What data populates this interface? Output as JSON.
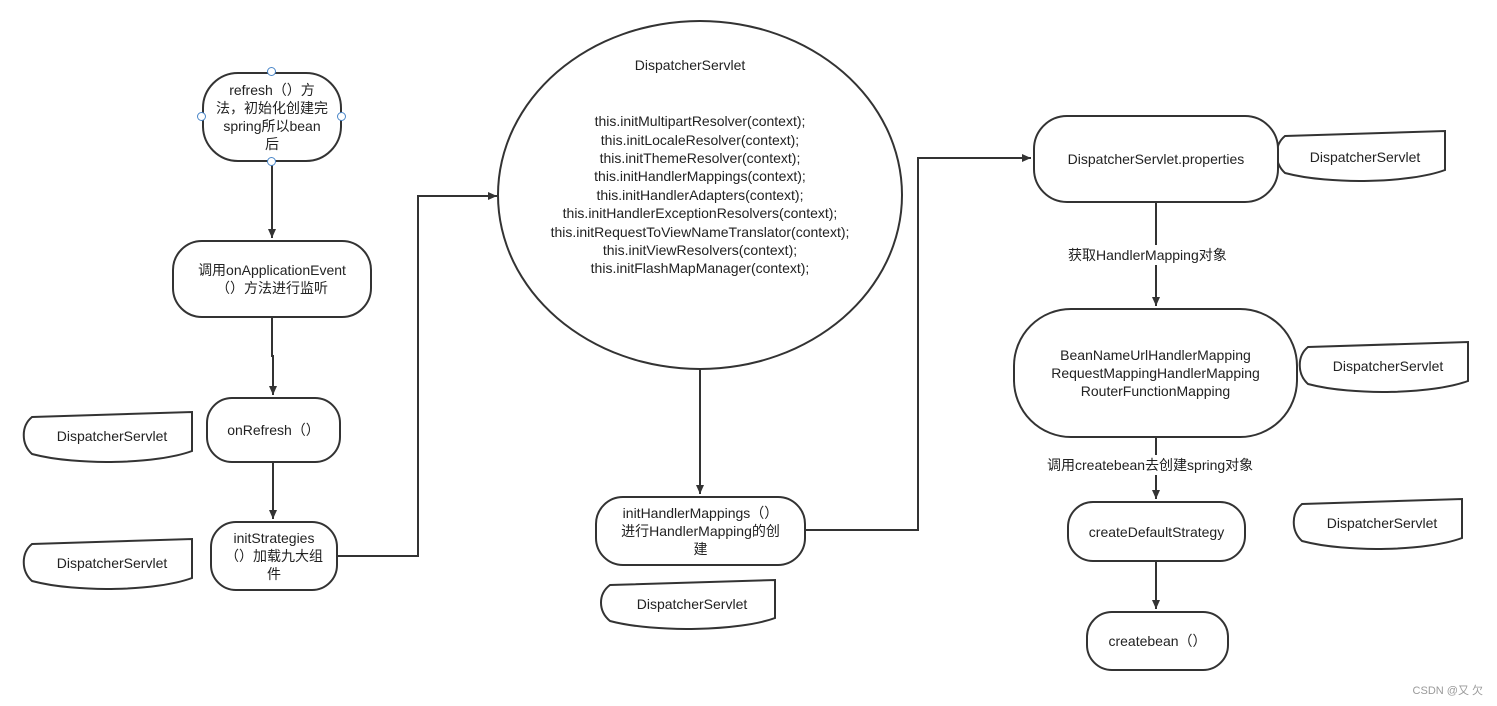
{
  "nodes": {
    "refresh": "refresh（）方\n法，初始化创建完\nspring所以bean\n后",
    "on_application_event": "调用onApplicationEvent\n（）方法进行监听",
    "on_refresh": "onRefresh（）",
    "init_strategies": "initStrategies\n（）加载九大组\n件",
    "init_methods": "this.initMultipartResolver(context);\n        this.initLocaleResolver(context);\n        this.initThemeResolver(context);\n        this.initHandlerMappings(context);\n        this.initHandlerAdapters(context);\n        this.initHandlerExceptionResolvers(context);\n        this.initRequestToViewNameTranslator(context);\n        this.initViewResolvers(context);\n        this.initFlashMapManager(context);",
    "init_handler_mappings": "initHandlerMappings（）\n进行HandlerMapping的创\n建",
    "dispatcher_properties": "DispatcherServlet.properties",
    "handler_mapping_list": "BeanNameUrlHandlerMapping\nRequestMappingHandlerMapping\nRouterFunctionMapping",
    "create_default_strategy": "createDefaultStrategy",
    "createbean": "createbean（）"
  },
  "notes": [
    "DispatcherServlet",
    "DispatcherServlet",
    "DispatcherServlet",
    "DispatcherServlet",
    "DispatcherServlet",
    "DispatcherServlet",
    "DispatcherServlet"
  ],
  "edge_labels": {
    "get_handler_mapping": "获取HandlerMapping对象",
    "call_createbean": "调用createbean去创建spring对象"
  },
  "watermark": "CSDN @又 欠",
  "colors": {
    "stroke": "#333333",
    "handle": "#4a86c8",
    "watermark": "#9a9a9a"
  }
}
